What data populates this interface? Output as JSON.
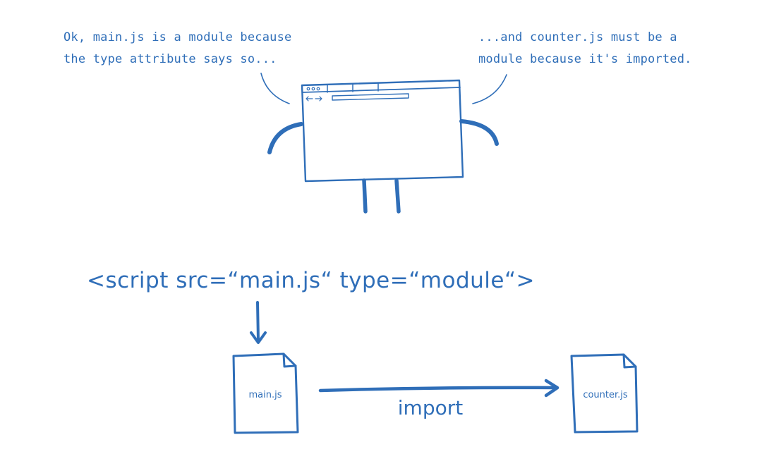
{
  "colors": {
    "ink": "#2f6eb8",
    "background": "#ffffff"
  },
  "speech": {
    "left": {
      "line1": "Ok, main.js is a module because",
      "line2": "the type attribute says so..."
    },
    "right": {
      "line1": "...and counter.js must be a",
      "line2": "module because it's imported."
    }
  },
  "code": {
    "script_tag": "<script src=“main.js“ type=“module“>"
  },
  "files": {
    "main": "main.js",
    "counter": "counter.js"
  },
  "edge": {
    "label": "import"
  },
  "icons": {
    "character": "browser-window-character-icon",
    "main_file": "file-icon",
    "counter_file": "file-icon"
  }
}
